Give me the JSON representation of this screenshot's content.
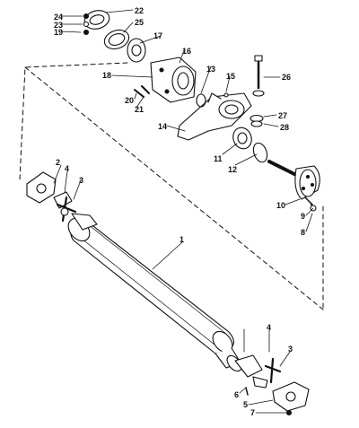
{
  "diagram": {
    "callouts": [
      {
        "id": "c1",
        "text": "1"
      },
      {
        "id": "c2",
        "text": "2"
      },
      {
        "id": "c3a",
        "text": "3"
      },
      {
        "id": "c3b",
        "text": "3"
      },
      {
        "id": "c4a",
        "text": "4"
      },
      {
        "id": "c4b",
        "text": "4"
      },
      {
        "id": "c5",
        "text": "5"
      },
      {
        "id": "c6",
        "text": "6"
      },
      {
        "id": "c7",
        "text": "7"
      },
      {
        "id": "c8",
        "text": "8"
      },
      {
        "id": "c9",
        "text": "9"
      },
      {
        "id": "c10",
        "text": "10"
      },
      {
        "id": "c11",
        "text": "11"
      },
      {
        "id": "c12",
        "text": "12"
      },
      {
        "id": "c13",
        "text": "13"
      },
      {
        "id": "c14",
        "text": "14"
      },
      {
        "id": "c15",
        "text": "15"
      },
      {
        "id": "c16",
        "text": "16"
      },
      {
        "id": "c17",
        "text": "17"
      },
      {
        "id": "c18",
        "text": "18"
      },
      {
        "id": "c19",
        "text": "19"
      },
      {
        "id": "c20",
        "text": "20"
      },
      {
        "id": "c21",
        "text": "21"
      },
      {
        "id": "c22",
        "text": "22"
      },
      {
        "id": "c23",
        "text": "23"
      },
      {
        "id": "c24",
        "text": "24"
      },
      {
        "id": "c25",
        "text": "25"
      },
      {
        "id": "c26",
        "text": "26"
      },
      {
        "id": "c27",
        "text": "27"
      },
      {
        "id": "c28",
        "text": "28"
      }
    ]
  }
}
